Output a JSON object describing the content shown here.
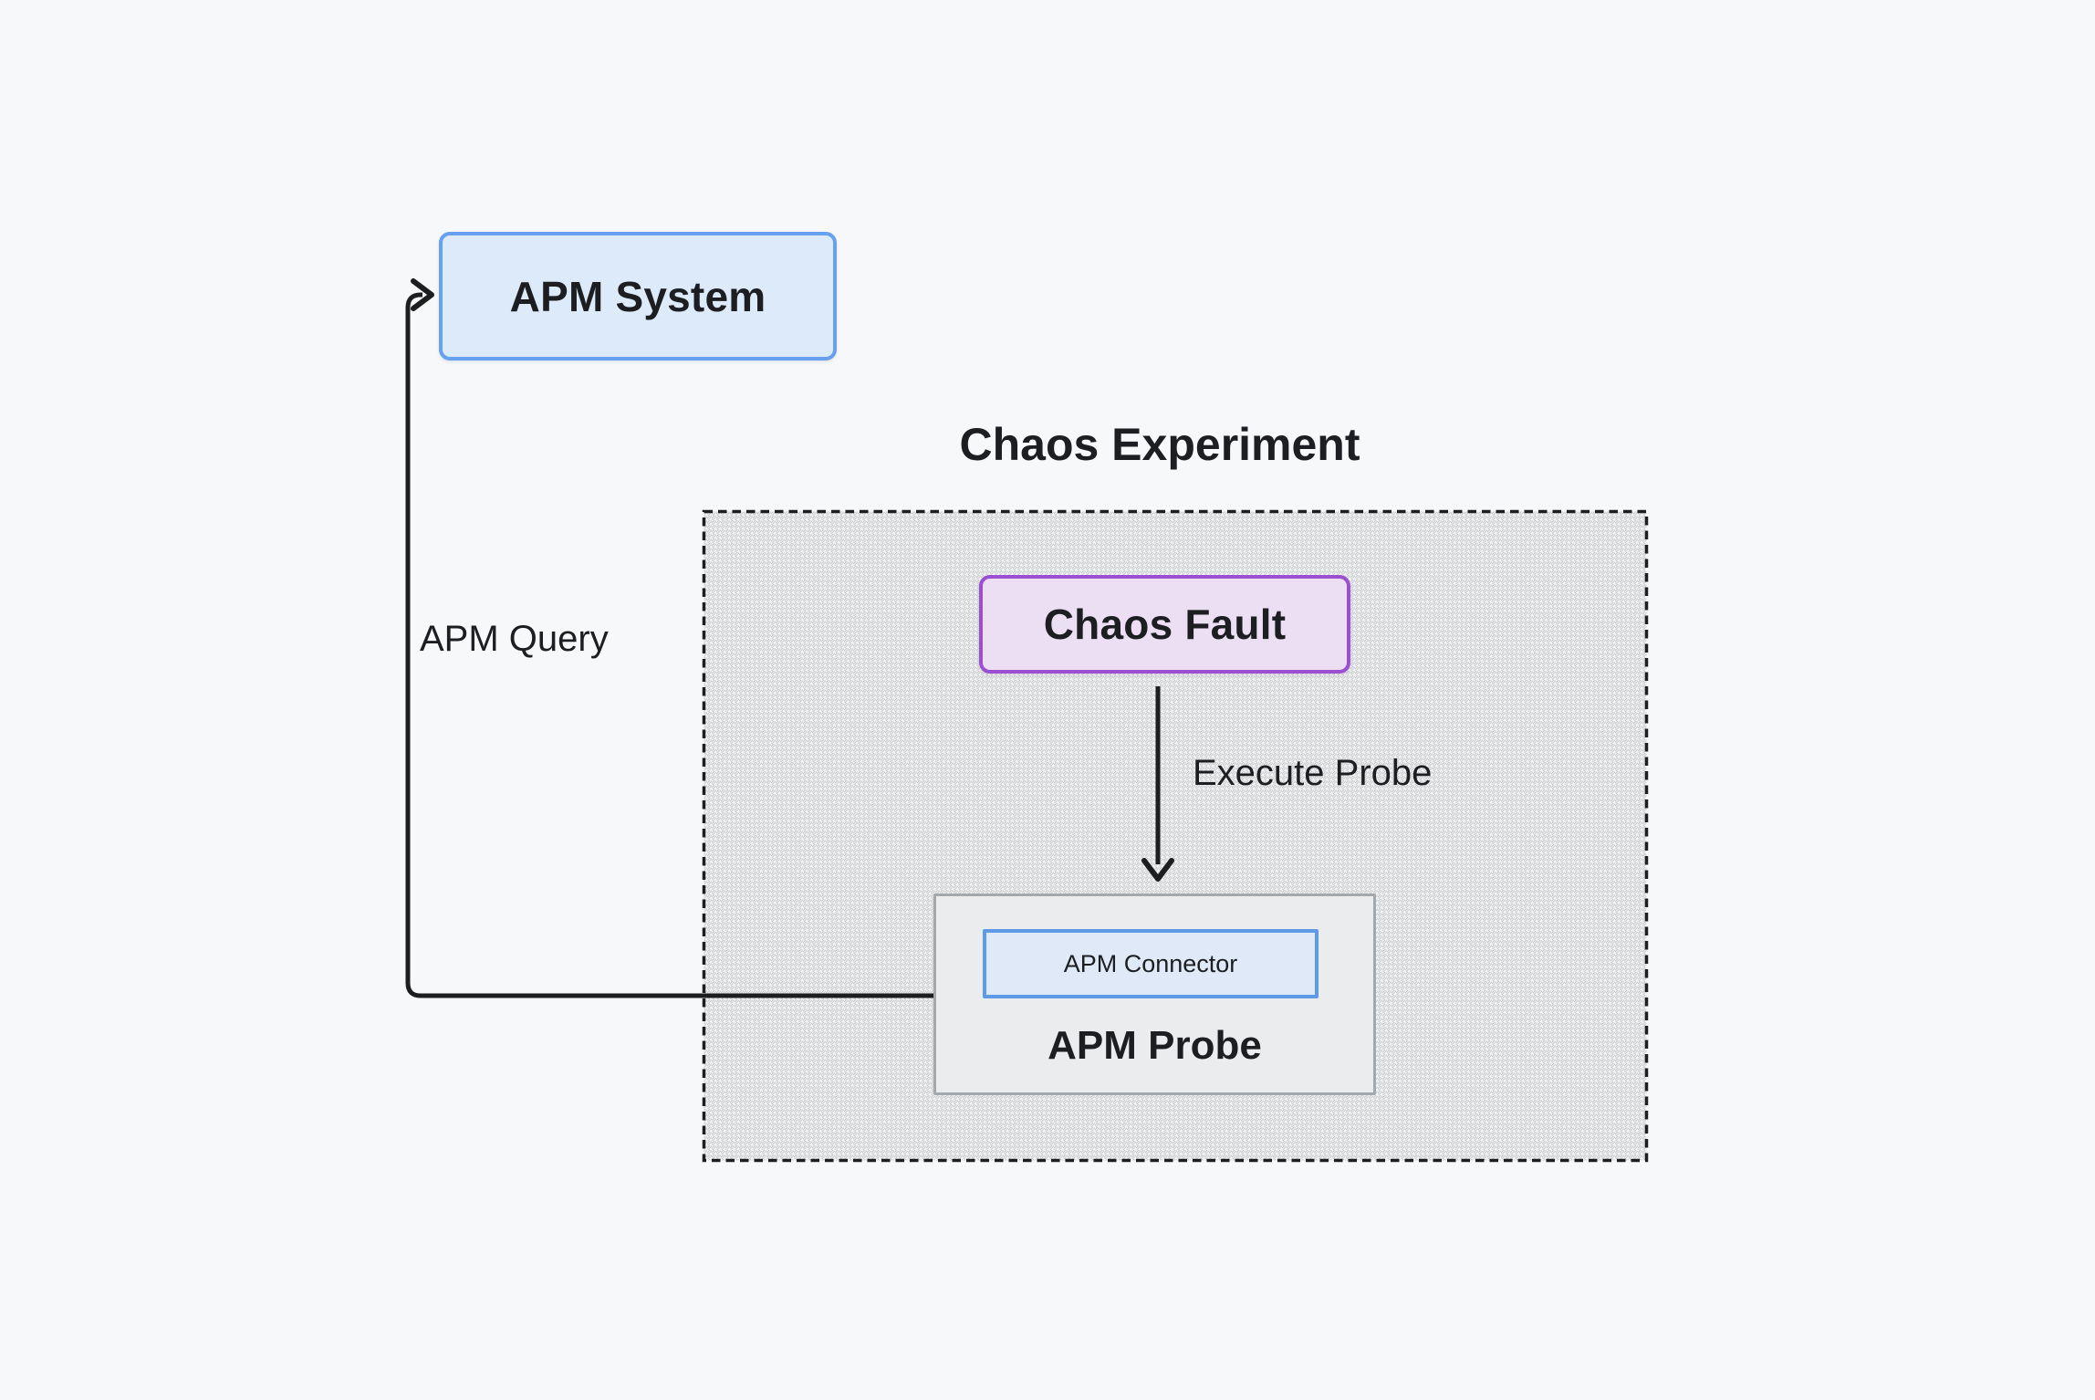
{
  "diagram": {
    "title": "Chaos Experiment",
    "nodes": {
      "apm_system": {
        "label": "APM System"
      },
      "chaos_fault": {
        "label": "Chaos Fault"
      },
      "apm_probe": {
        "label": "APM Probe"
      },
      "apm_connector": {
        "label": "APM Connector"
      }
    },
    "edges": {
      "apm_query": {
        "label": "APM Query",
        "from": "apm_probe",
        "to": "apm_system"
      },
      "execute_probe": {
        "label": "Execute Probe",
        "from": "chaos_fault",
        "to": "apm_probe"
      }
    },
    "colors": {
      "canvas_background": "#f7f8fa",
      "node_blue_fill": "#ddeafa",
      "node_blue_border": "#66a0ee",
      "node_purple_fill": "#ecdff4",
      "node_purple_border": "#9d4fd2",
      "node_gray_fill": "#ebecee",
      "node_gray_border": "#a3a8ad",
      "edge_line": "#1d1e20",
      "text": "#1c1e22"
    }
  }
}
